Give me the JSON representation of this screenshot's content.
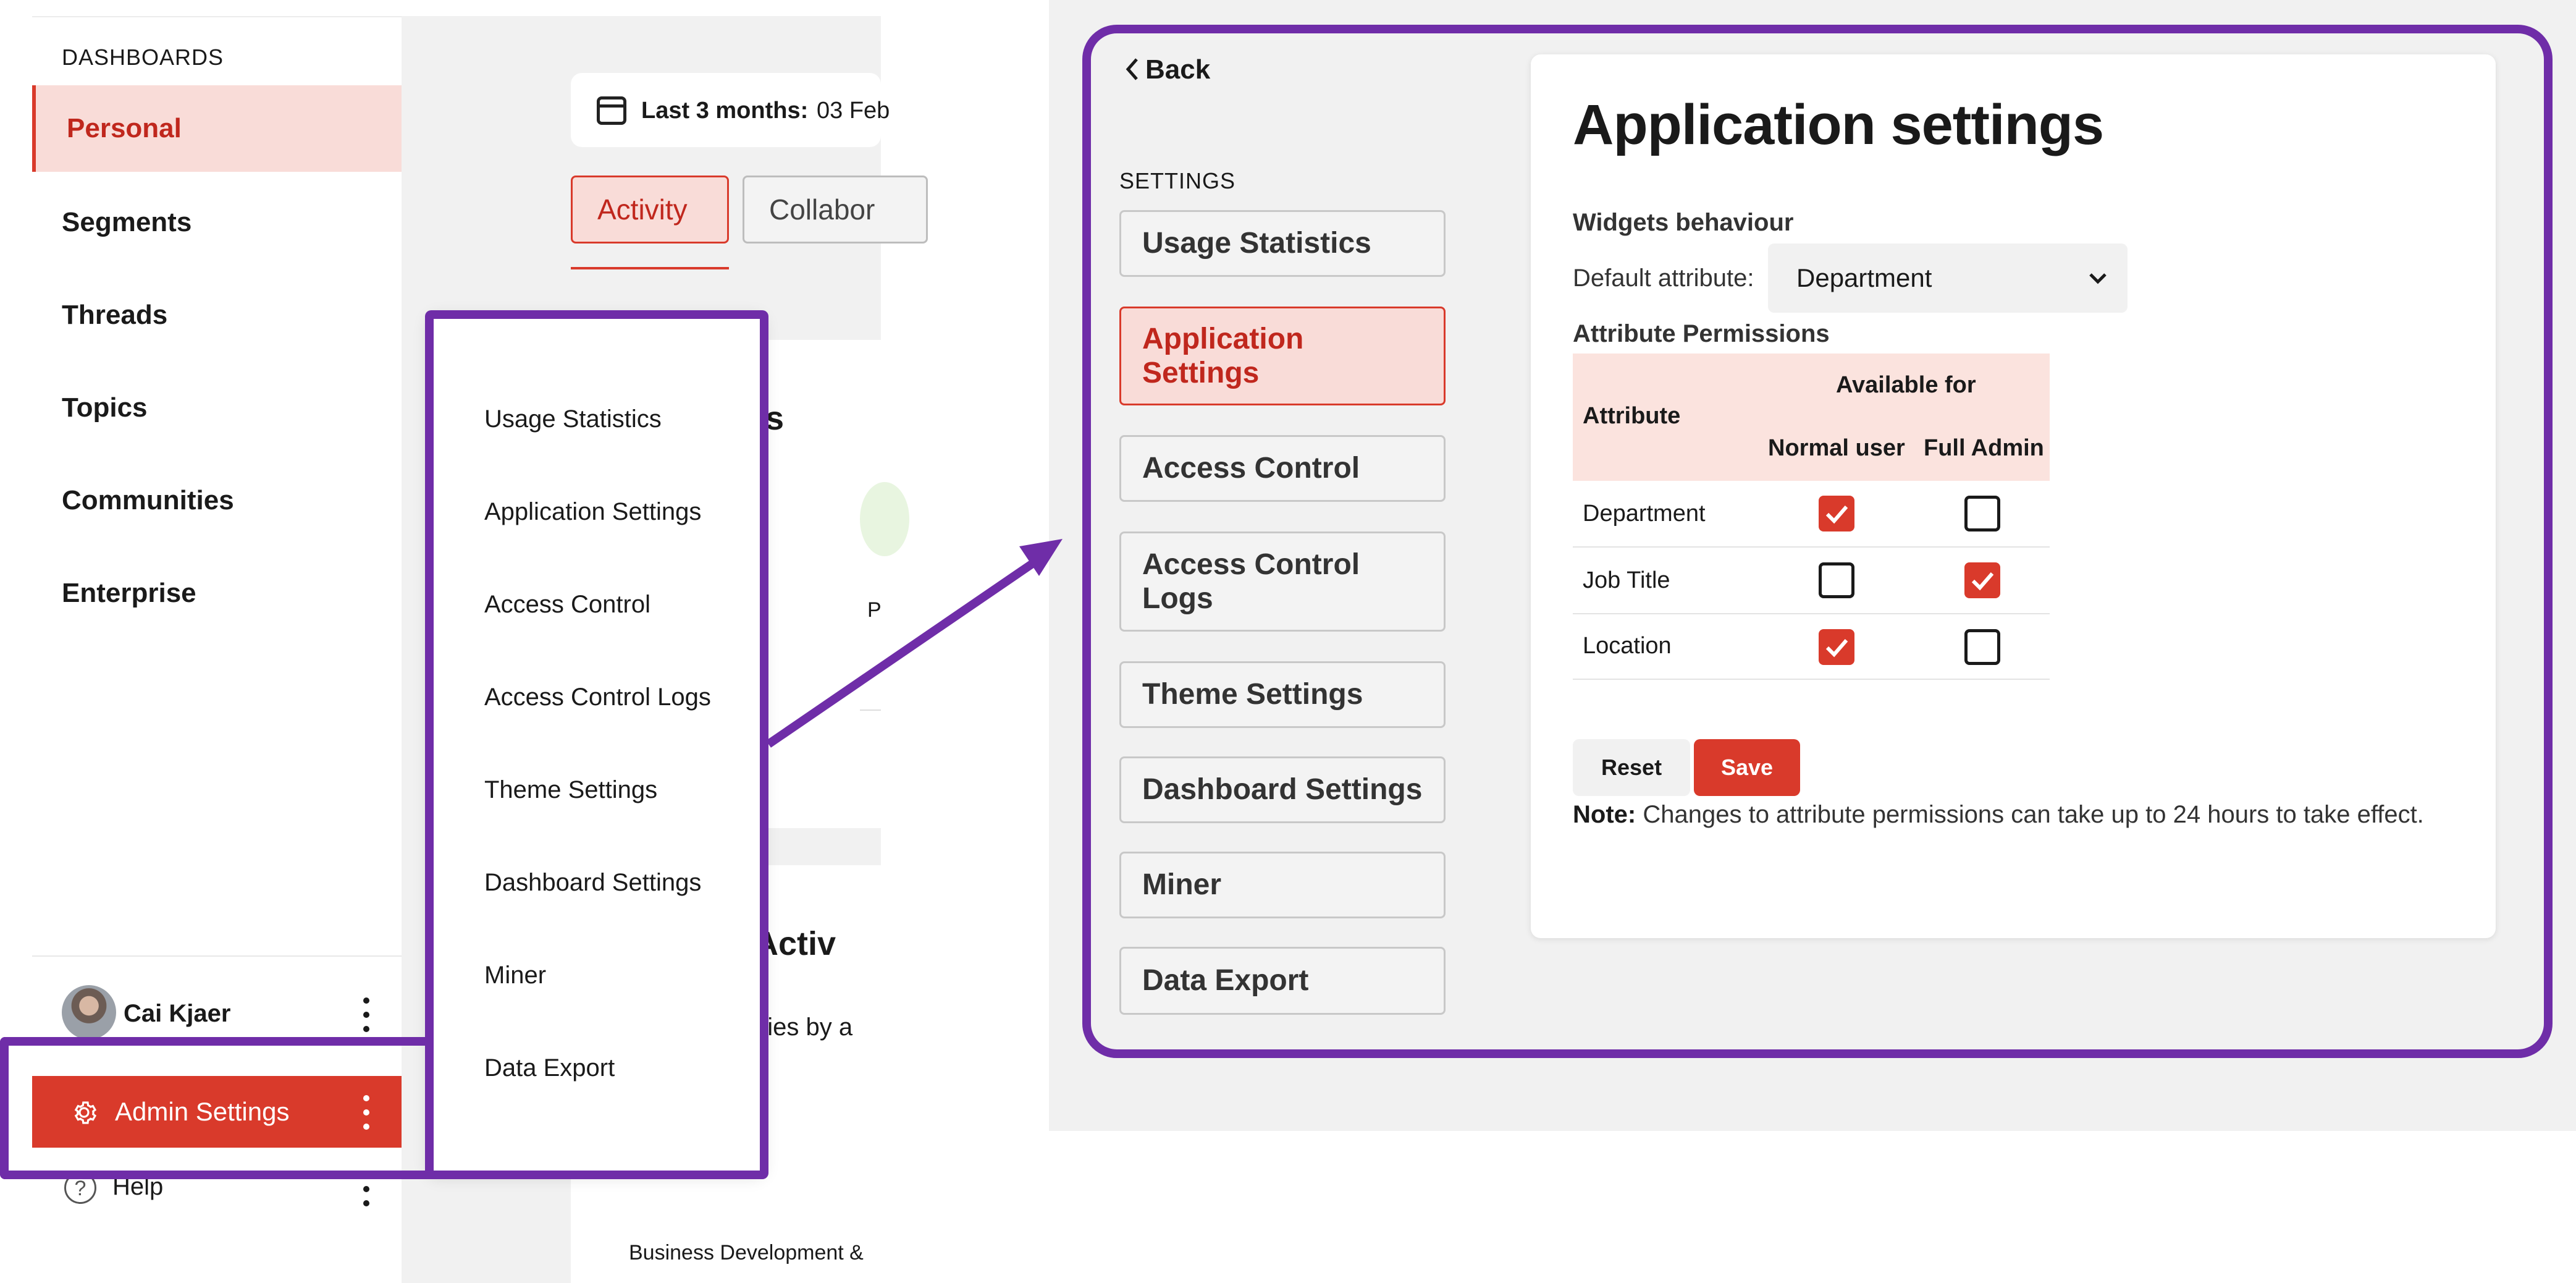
{
  "sidebar": {
    "heading": "DASHBOARDS",
    "items": [
      {
        "label": "Personal",
        "active": true
      },
      {
        "label": "Segments"
      },
      {
        "label": "Threads"
      },
      {
        "label": "Topics"
      },
      {
        "label": "Communities"
      },
      {
        "label": "Enterprise"
      }
    ],
    "user_name": "Cai Kjaer",
    "admin_label": "Admin Settings",
    "help_label": "Help"
  },
  "dashboard": {
    "date_label": "Last 3 months:",
    "date_value": "03 Feb",
    "tabs": [
      "Activity",
      "Collabor"
    ],
    "fragment_title_1": "tics",
    "fragment_title_2": "ty Activ",
    "fragment_sub": "nities by a",
    "fragment_p": "P",
    "fragment_biz": "Business Development &"
  },
  "popup_menu": {
    "items": [
      "Usage Statistics",
      "Application Settings",
      "Access Control",
      "Access Control Logs",
      "Theme Settings",
      "Dashboard Settings",
      "Miner",
      "Data Export"
    ]
  },
  "settings_nav": {
    "back_label": "Back",
    "heading": "SETTINGS",
    "items": [
      {
        "label": "Usage Statistics"
      },
      {
        "label": "Application Settings",
        "active": true
      },
      {
        "label": "Access Control"
      },
      {
        "label": "Access Control Logs"
      },
      {
        "label": "Theme Settings"
      },
      {
        "label": "Dashboard Settings"
      },
      {
        "label": "Miner"
      },
      {
        "label": "Data Export"
      }
    ]
  },
  "app_settings": {
    "title": "Application settings",
    "widgets_heading": "Widgets behaviour",
    "default_attr_label": "Default attribute:",
    "default_attr_value": "Department",
    "permissions_heading": "Attribute Permissions",
    "table": {
      "col_attribute": "Attribute",
      "col_available": "Available for",
      "col_normal": "Normal user",
      "col_admin": "Full Admin",
      "rows": [
        {
          "attribute": "Department",
          "normal": true,
          "admin": false
        },
        {
          "attribute": "Job Title",
          "normal": false,
          "admin": true
        },
        {
          "attribute": "Location",
          "normal": true,
          "admin": false
        }
      ]
    },
    "reset_label": "Reset",
    "save_label": "Save",
    "note_prefix": "Note:",
    "note_text": "Changes to attribute permissions can take up to 24 hours to take effect."
  },
  "colors": {
    "accent": "#d93a2b",
    "accent_light": "#f9dcd8",
    "highlight": "#6f2da8"
  }
}
